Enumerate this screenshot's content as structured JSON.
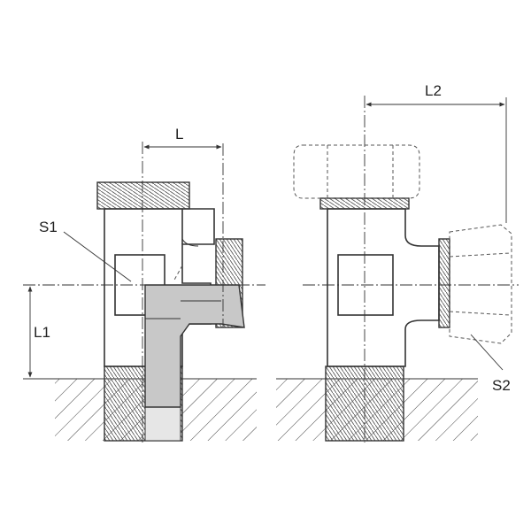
{
  "labels": {
    "L": "L",
    "L1": "L1",
    "L2": "L2",
    "S1": "S1",
    "S2": "S2"
  },
  "colors": {
    "line": "#333333",
    "section_fill": "#c8c8c8",
    "background": "#ffffff"
  }
}
